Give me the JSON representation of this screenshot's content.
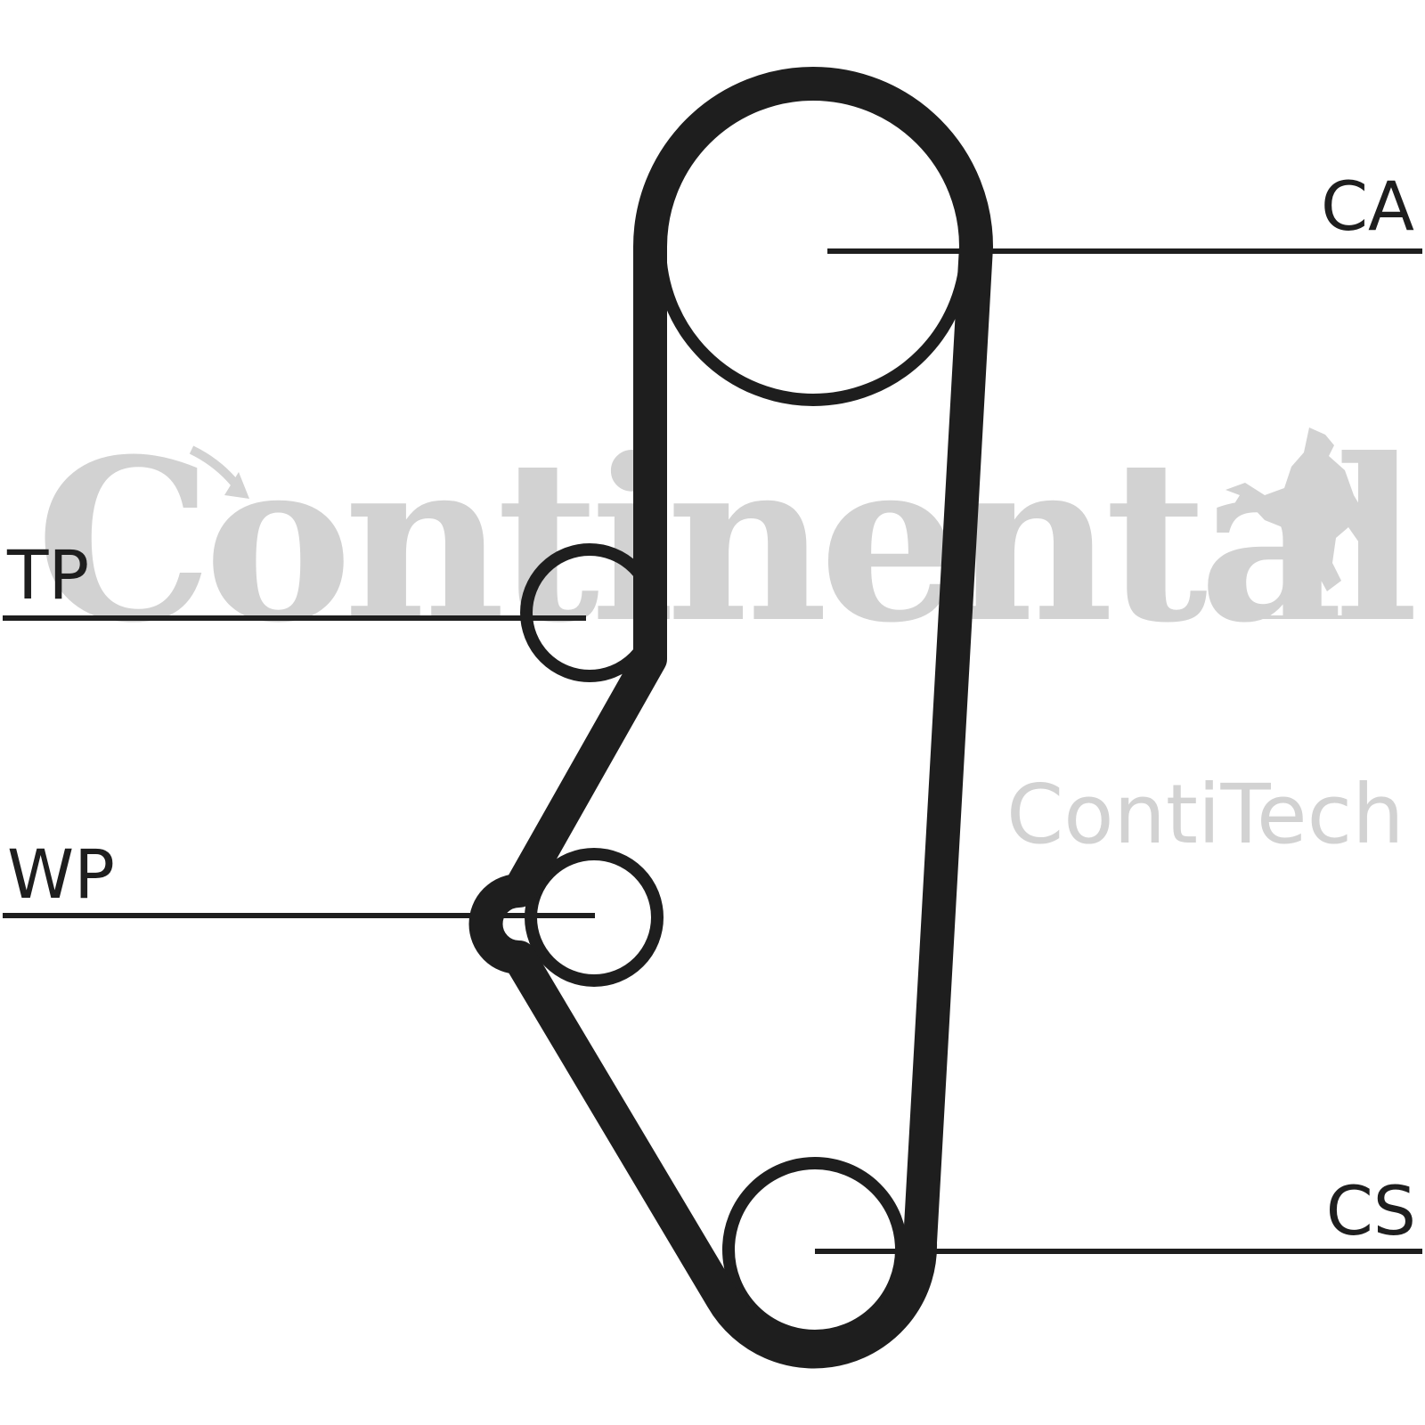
{
  "watermark": {
    "brand": "Continental",
    "sub_brand": "ContiTech",
    "color": "#d2d2d2"
  },
  "labels": {
    "camshaft": "CA",
    "tensioner": "TP",
    "water_pump": "WP",
    "crankshaft": "CS"
  },
  "colors": {
    "belt": "#1e1e1e",
    "line": "#1e1e1e",
    "background": "#ffffff"
  }
}
